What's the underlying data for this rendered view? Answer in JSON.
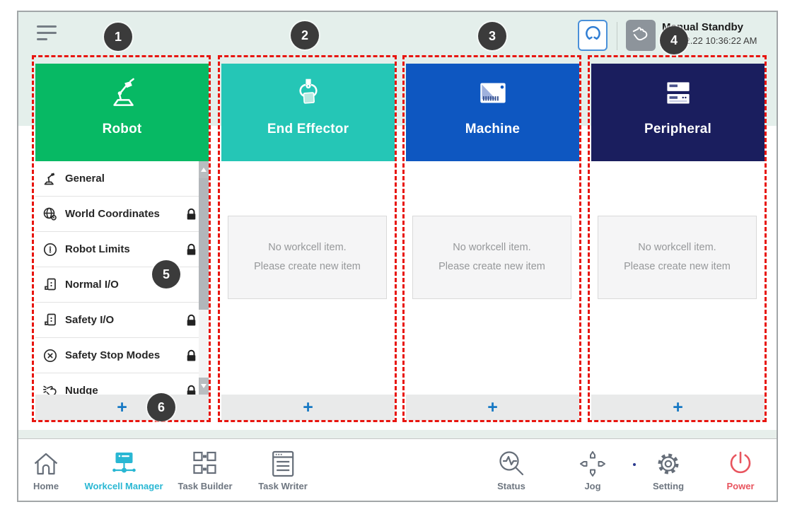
{
  "topbar": {
    "status_title": "Manual Standby",
    "status_time": "2022.2.22 10:36:22 AM"
  },
  "columns": [
    {
      "label": "Robot",
      "color": "#07b964"
    },
    {
      "label": "End Effector",
      "color": "#25c6b6"
    },
    {
      "label": "Machine",
      "color": "#0e57c1"
    },
    {
      "label": "Peripheral",
      "color": "#1a1e5e"
    }
  ],
  "robot_menu": [
    {
      "label": "General",
      "locked": false
    },
    {
      "label": "World Coordinates",
      "locked": true
    },
    {
      "label": "Robot Limits",
      "locked": true
    },
    {
      "label": "Normal I/O",
      "locked": false
    },
    {
      "label": "Safety I/O",
      "locked": true
    },
    {
      "label": "Safety Stop Modes",
      "locked": true
    },
    {
      "label": "Nudge",
      "locked": true
    }
  ],
  "empty_placeholder": {
    "line1": "No workcell item.",
    "line2": "Please create new item"
  },
  "add_label": "+",
  "badges": {
    "b1": "1",
    "b2": "2",
    "b3": "3",
    "b4": "4",
    "b5": "5",
    "b6": "6"
  },
  "nav": {
    "items": [
      {
        "label": "Home"
      },
      {
        "label": "Workcell Manager",
        "active": true
      },
      {
        "label": "Task Builder"
      },
      {
        "label": "Task Writer"
      },
      {
        "label": "Status"
      },
      {
        "label": "Jog"
      },
      {
        "label": "Setting"
      },
      {
        "label": "Power",
        "danger": true
      }
    ]
  },
  "colors": {
    "accent_cyan": "#29b7d3",
    "power_red": "#e8545e",
    "highlight_red": "#e8150f",
    "add_blue": "#1779c4",
    "robot_green": "#07b964",
    "effector_teal": "#25c6b6",
    "machine_blue": "#0e57c1",
    "peripheral_navy": "#1a1e5e",
    "top_band": "#e4efeb"
  }
}
